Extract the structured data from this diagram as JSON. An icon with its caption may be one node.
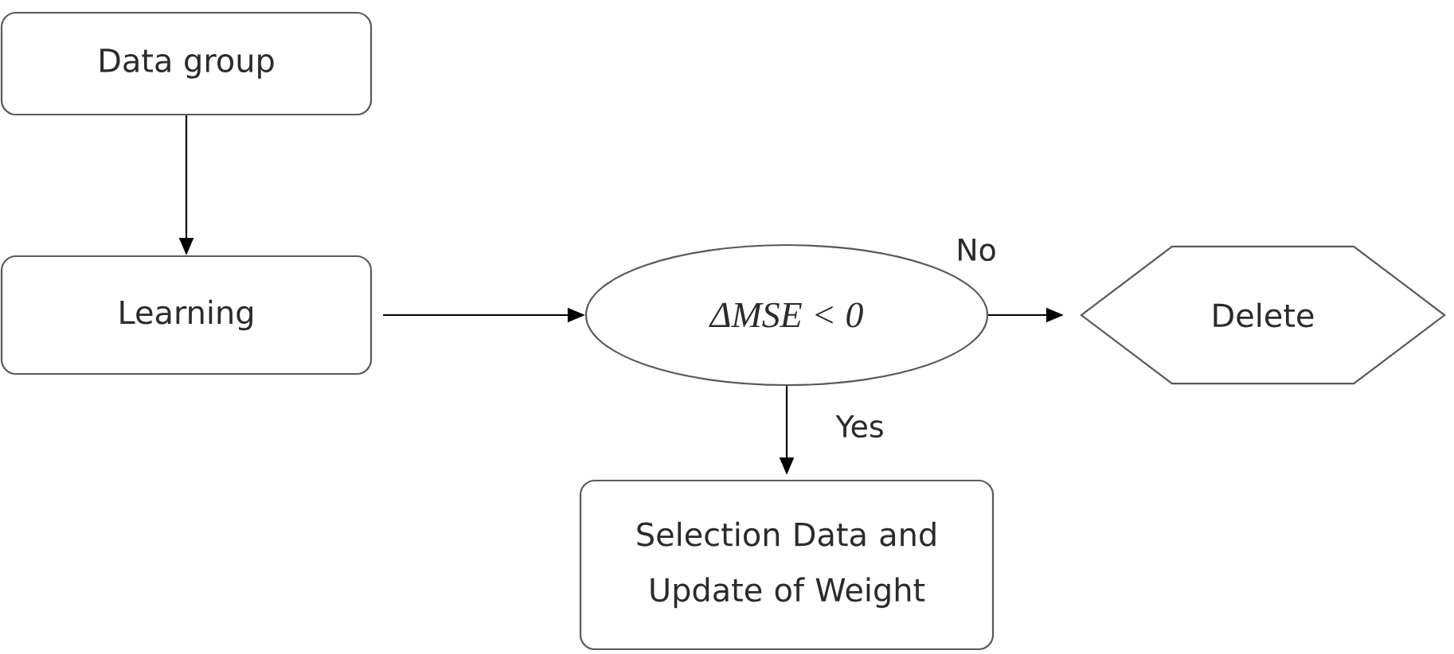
{
  "diagram": {
    "nodes": [
      {
        "text": [
          "Data group"
        ]
      },
      {
        "text": [
          "Learning"
        ]
      },
      {
        "text": [
          "ΔMSE < 0"
        ]
      },
      {
        "text": [
          "Delete"
        ]
      },
      {
        "text": [
          "Selection Data and Update of Weight"
        ]
      }
    ],
    "edges": [
      {
        "from": 0,
        "to": 1,
        "arrow": "to"
      },
      {
        "from": 1,
        "to": 2,
        "arrow": "to"
      },
      {
        "from": 2,
        "to": 3,
        "arrow": "to",
        "label": "No"
      },
      {
        "from": 2,
        "to": 4,
        "arrow": "to",
        "label": "Yes"
      }
    ]
  }
}
